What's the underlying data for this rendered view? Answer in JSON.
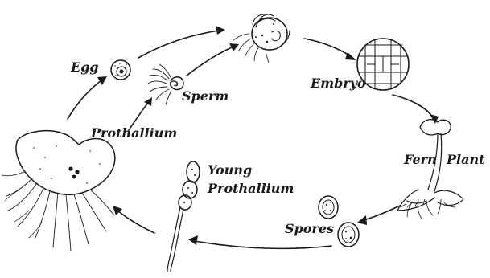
{
  "labels": {
    "egg": "Egg",
    "sperm": "Sperm",
    "prothallium": "Prothallium",
    "embryo": "Embryo",
    "fern_plant_1": "Fern",
    "fern_plant_2": "Plant",
    "young_prothallium_1": "Young",
    "young_prothallium_2": "Prothallium",
    "spores": "Spores"
  }
}
